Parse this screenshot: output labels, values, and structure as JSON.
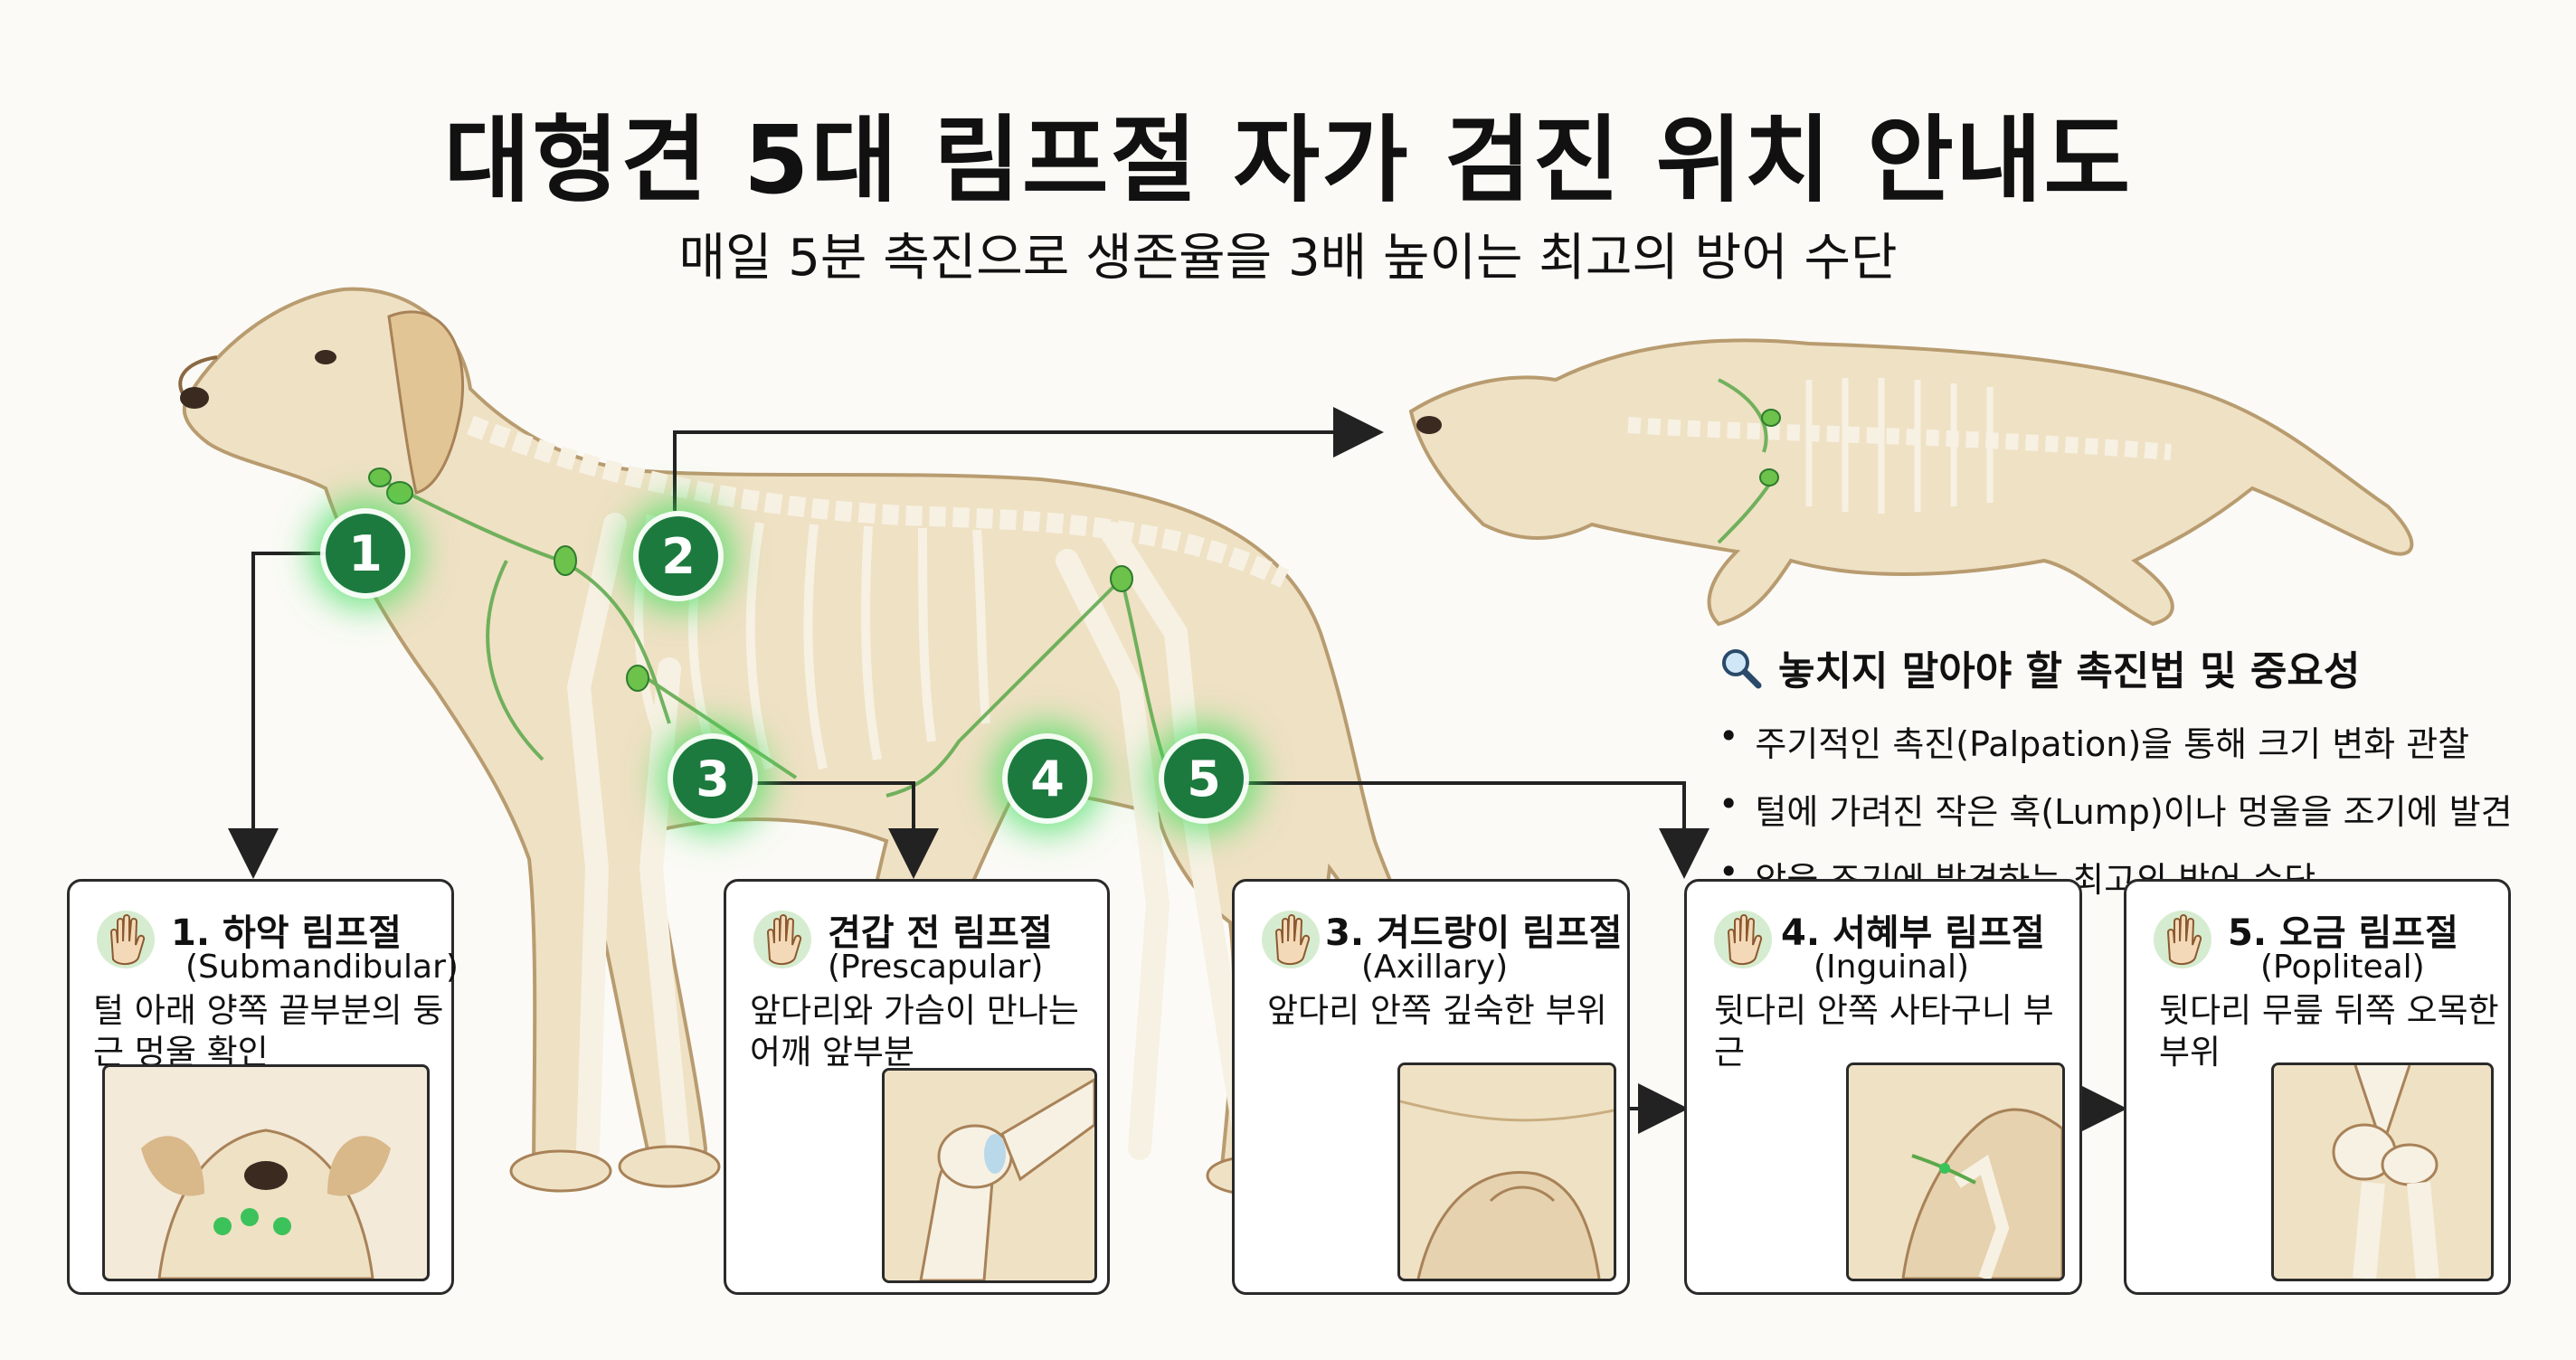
{
  "title": "대형견 5대 림프절 자가 검진 위치 안내도",
  "subtitle": "매일 5분 촉진으로 생존율을 3배 높이는 최고의 방어 수단",
  "markers": [
    "1",
    "2",
    "3",
    "4",
    "5"
  ],
  "tips": {
    "heading": "놓치지 말아야 할 촉진법 및 중요성",
    "icon": "magnifier-icon",
    "items": [
      "주기적인 촉진(Palpation)을 통해 크기 변화 관찰",
      "털에 가려진 작은 혹(Lump)이나 멍울을 조기에 발견",
      "암을 조기에 발견하는 최고의 방어 수단"
    ]
  },
  "cards": [
    {
      "name": "1. 하악 림프절",
      "latin": "(Submandibular)",
      "desc": [
        "털 아래 양쪽 끝부분의 둥",
        "근 멍울 확인"
      ]
    },
    {
      "name": "견갑 전 림프절",
      "latin": "(Prescapular)",
      "desc": [
        "앞다리와 가슴이 만나는",
        "어깨 앞부분"
      ]
    },
    {
      "name": "3. 겨드랑이 림프절",
      "latin": "(Axillary)",
      "desc": [
        "앞다리 안쪽 깊숙한 부위"
      ]
    },
    {
      "name": "4. 서혜부 림프절",
      "latin": "(Inguinal)",
      "desc": [
        "뒷다리 안쪽 사타구니 부근"
      ]
    },
    {
      "name": "5. 오금 림프절",
      "latin": "(Popliteal)",
      "desc": [
        "뒷다리 무릎 뒤쪽 오목한",
        "부위"
      ]
    }
  ],
  "colors": {
    "node": "#1d7a3e",
    "glow": "#3cdc5a",
    "lymph": "#5aa84a",
    "fur": "#efe1c4",
    "bone": "#f7f1e3"
  }
}
